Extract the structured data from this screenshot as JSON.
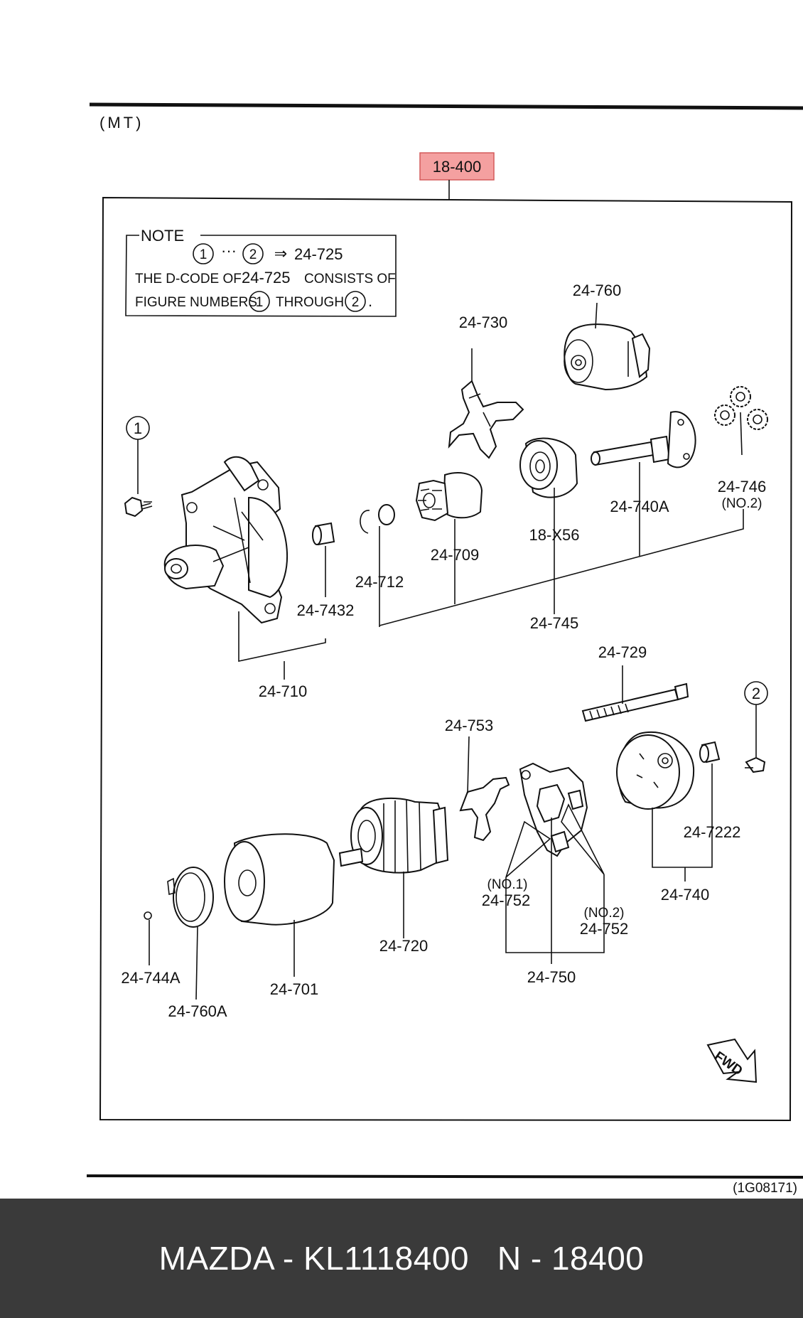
{
  "header": {
    "variant": "(MT)"
  },
  "assembly_callout": "18-400",
  "note": {
    "title": "NOTE",
    "range_from": "1",
    "range_to": "2",
    "range_arrow": "⇒",
    "range_code": "24-725",
    "line2_a": "THE D-CODE OF",
    "line2_code": "24-725",
    "line2_b": "CONSISTS OF",
    "line3_a": "FIGURE NUMBERS",
    "line3_from": "1",
    "line3_mid": "THROUGH",
    "line3_to": "2",
    "line3_end": "."
  },
  "figure_markers": {
    "one": "1",
    "two": "2"
  },
  "part_labels": {
    "p24_760": "24-760",
    "p24_730": "24-730",
    "p24_746": "24-746",
    "p24_746_sub": "(NO.2)",
    "p24_740A": "24-740A",
    "p18_X56": "18-X56",
    "p24_709": "24-709",
    "p24_712": "24-712",
    "p24_7432": "24-7432",
    "p24_745": "24-745",
    "p24_710": "24-710",
    "p24_729": "24-729",
    "p24_753": "24-753",
    "p24_7222": "24-7222",
    "p24_740": "24-740",
    "p24_752_no1_sub": "(NO.1)",
    "p24_752_no1": "24-752",
    "p24_752_no2_sub": "(NO.2)",
    "p24_752_no2": "24-752",
    "p24_750": "24-750",
    "p24_720": "24-720",
    "p24_701": "24-701",
    "p24_744A": "24-744A",
    "p24_760A": "24-760A"
  },
  "direction_marker": "FWD",
  "diagram_code": "(1G08171)",
  "footer": {
    "text": "MAZDA - KL1118400   N - 18400"
  },
  "colors": {
    "callout_fill": "#f4a0a0",
    "callout_border": "#d45a5a",
    "footer_bg": "#3a3a3a"
  }
}
